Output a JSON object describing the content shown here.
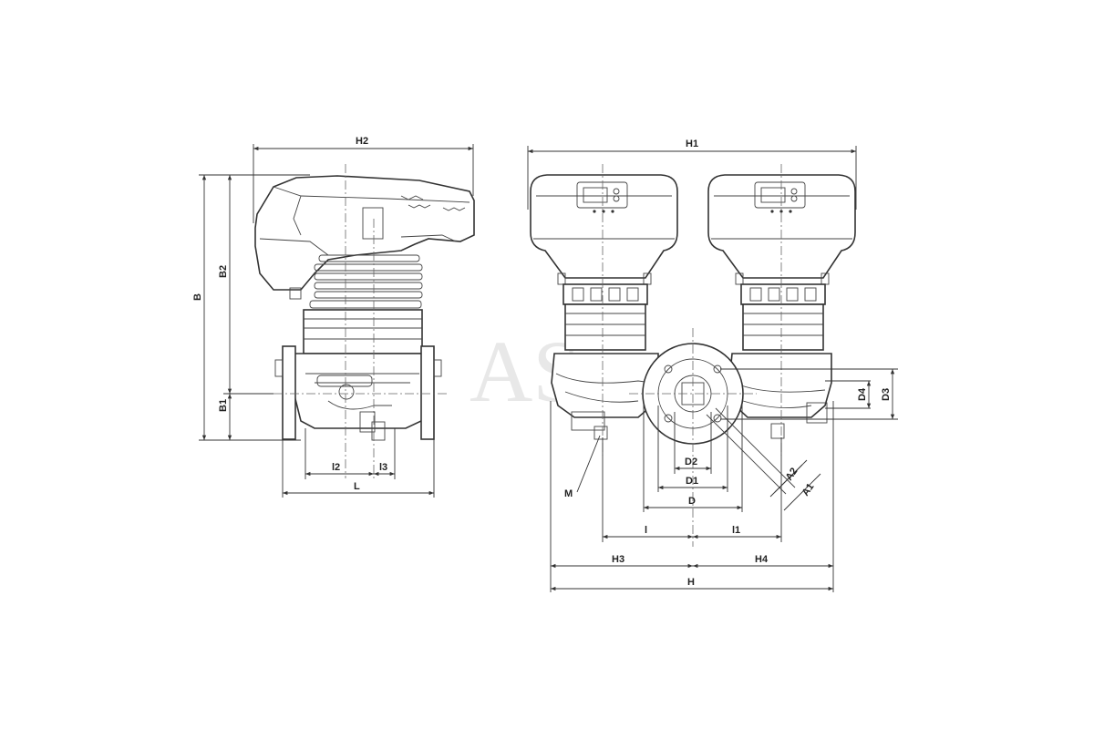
{
  "watermark": "AS",
  "labels": {
    "H2": "H2",
    "B": "B",
    "B2": "B2",
    "B1": "B1",
    "l2": "l2",
    "l3": "l3",
    "L": "L",
    "H1": "H1",
    "D4": "D4",
    "D3": "D3",
    "D2": "D2",
    "D1": "D1",
    "D": "D",
    "A2": "A2",
    "A1": "A1",
    "M": "M",
    "l": "l",
    "l1": "l1",
    "H3": "H3",
    "H4": "H4",
    "H": "H"
  },
  "colors": {
    "line": "#333333",
    "watermark": "#e8e8e8"
  }
}
